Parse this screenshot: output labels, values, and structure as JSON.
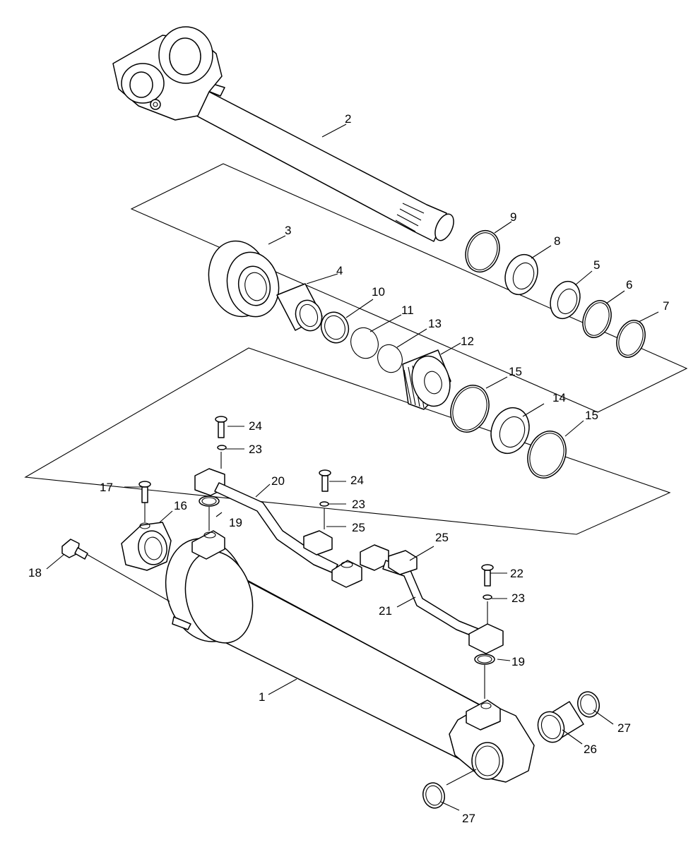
{
  "diagram": {
    "type": "exploded-parts-diagram",
    "line_color": "#000000",
    "background": "#ffffff",
    "callouts": [
      {
        "id": "c-1",
        "label": "1"
      },
      {
        "id": "c-2",
        "label": "2"
      },
      {
        "id": "c-3",
        "label": "3"
      },
      {
        "id": "c-4",
        "label": "4"
      },
      {
        "id": "c-5",
        "label": "5"
      },
      {
        "id": "c-6",
        "label": "6"
      },
      {
        "id": "c-7",
        "label": "7"
      },
      {
        "id": "c-8",
        "label": "8"
      },
      {
        "id": "c-9",
        "label": "9"
      },
      {
        "id": "c-10",
        "label": "10"
      },
      {
        "id": "c-11",
        "label": "11"
      },
      {
        "id": "c-12",
        "label": "12"
      },
      {
        "id": "c-13",
        "label": "13"
      },
      {
        "id": "c-14",
        "label": "14"
      },
      {
        "id": "c-15a",
        "label": "15"
      },
      {
        "id": "c-15b",
        "label": "15"
      },
      {
        "id": "c-16",
        "label": "16"
      },
      {
        "id": "c-17",
        "label": "17"
      },
      {
        "id": "c-18",
        "label": "18"
      },
      {
        "id": "c-19a",
        "label": "19"
      },
      {
        "id": "c-19b",
        "label": "19"
      },
      {
        "id": "c-20",
        "label": "20"
      },
      {
        "id": "c-21",
        "label": "21"
      },
      {
        "id": "c-22",
        "label": "22"
      },
      {
        "id": "c-23a",
        "label": "23"
      },
      {
        "id": "c-23b",
        "label": "23"
      },
      {
        "id": "c-23c",
        "label": "23"
      },
      {
        "id": "c-24a",
        "label": "24"
      },
      {
        "id": "c-24b",
        "label": "24"
      },
      {
        "id": "c-25a",
        "label": "25"
      },
      {
        "id": "c-25b",
        "label": "25"
      },
      {
        "id": "c-26",
        "label": "26"
      },
      {
        "id": "c-27a",
        "label": "27"
      },
      {
        "id": "c-27b",
        "label": "27"
      }
    ]
  }
}
